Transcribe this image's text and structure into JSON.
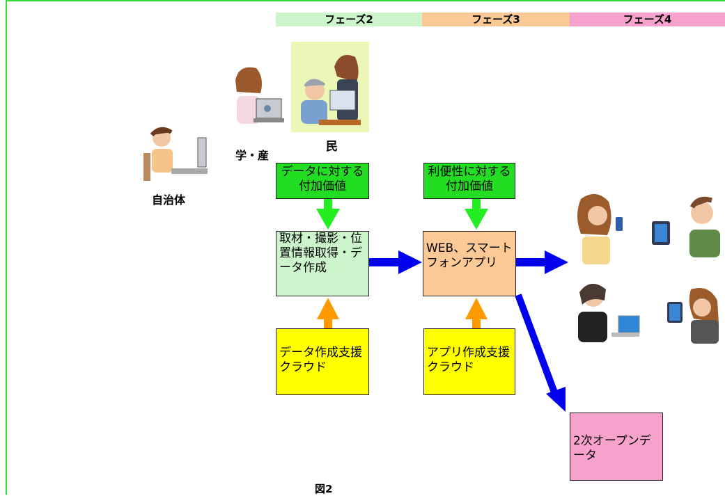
{
  "phases": [
    {
      "label": "フェーズ2",
      "color": "#ccf5cc"
    },
    {
      "label": "フェーズ3",
      "color": "#fbc996"
    },
    {
      "label": "フェーズ4",
      "color": "#f7a2cd"
    }
  ],
  "actors": {
    "citizen": "民",
    "academia_industry": "学・産",
    "municipality": "自治体"
  },
  "boxes": {
    "data_value": "データに対する付加価値",
    "convenience_value": "利便性に対する付加価値",
    "data_work": "取材・撮影・位置情報取得・データ作成",
    "web_app": "WEB、スマートフォンアプリ",
    "data_support": "データ作成支援クラウド",
    "app_support": "アプリ作成支援クラウド",
    "open_data": "2次オープンデータ"
  },
  "figure_caption": "図2",
  "colors": {
    "green_box": "#22dd22",
    "green_arrow": "#22ee22",
    "orange_arrow": "#ff9900",
    "blue_arrow": "#0000ee",
    "yellow_box": "#ffff00",
    "light_green_box": "#ccf5cc",
    "peach_box": "#fbc996",
    "pink_box": "#f7a2cd"
  }
}
